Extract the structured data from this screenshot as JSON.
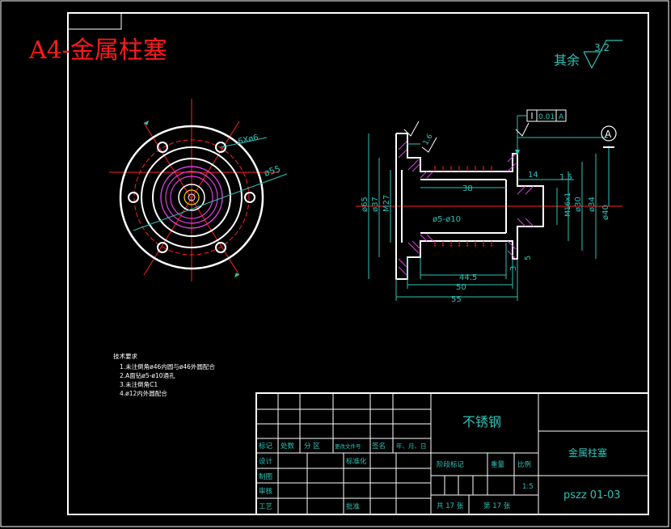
{
  "sheet": {
    "title": "A4-金属柱塞",
    "roughness_note": "其余",
    "roughness_value": "3.2"
  },
  "front_view": {
    "hole_pattern": "6Xø6",
    "outer_diameter": "ø55"
  },
  "section_view": {
    "datum_frame_value": "0.01",
    "datum_frame_ref": "A",
    "datum_label": "A",
    "roughness_left": "1.6",
    "dim_phi65": "ø65",
    "dim_phi37": "ø37",
    "dim_m27": "M27",
    "dim_38": "38",
    "dim_phi5_phi10": "ø5-ø10",
    "dim_14": "14",
    "dim_1_5": "1.5",
    "dim_m16": "M16x1",
    "dim_phi30": "ø30",
    "dim_phi34": "ø34",
    "dim_phi40": "ø40",
    "dim_44_5": "44.5",
    "dim_50": "50",
    "dim_55": "55",
    "dim_3": "3",
    "dim_5": "5"
  },
  "tech_requirements": {
    "heading": "技术要求",
    "items": [
      "1.未注倒角ø46内圆与ø46外圆配合",
      "2.A面钻ø5-ø10通孔",
      "3.未注倒角C1",
      "4.ø12内外圆配合"
    ]
  },
  "title_block": {
    "material": "不锈钢",
    "part_name": "金属柱塞",
    "drawing_no": "pszz 01-03",
    "rev_headers": [
      "标记",
      "处数",
      "分 区",
      "更改文件号",
      "签名",
      "年、月、日"
    ],
    "design": "设计",
    "standardize": "标准化",
    "draw": "制图",
    "review": "审核",
    "process": "工艺",
    "approve": "批准",
    "stage_mark": "阶段标记",
    "weight": "重量",
    "scale": "比例",
    "scale_value": "1:5",
    "sheets_total": "共 17 张",
    "sheet_no": "第 17 张"
  }
}
